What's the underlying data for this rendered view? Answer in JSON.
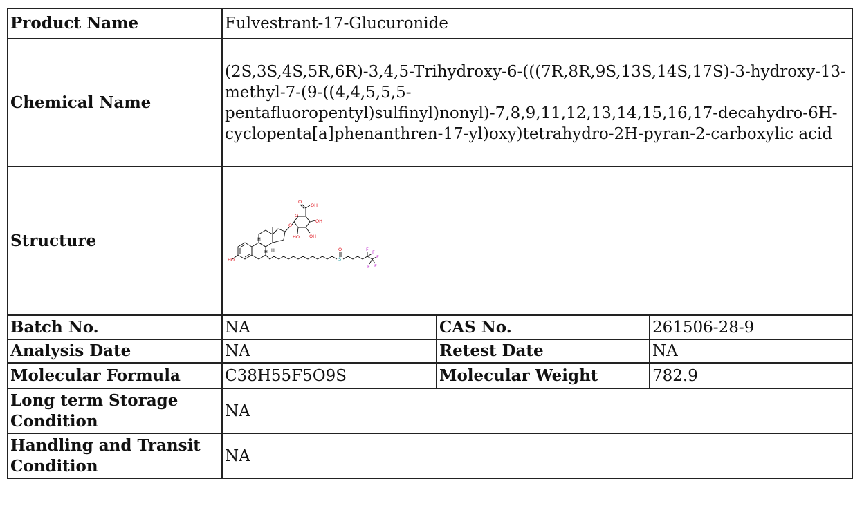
{
  "rows": {
    "product_name": {
      "label": "Product Name",
      "value": "Fulvestrant-17-Glucuronide"
    },
    "chemical_name": {
      "label": "Chemical Name",
      "value": "(2S,3S,4S,5R,6R)-3,4,5-Trihydroxy-6-(((7R,8R,9S,13S,14S,17S)-3-hydroxy-13-methyl-7-(9-((4,4,5,5,5-pentafluoropentyl)sulfinyl)nonyl)-7,8,9,11,12,13,14,15,16,17-decahydro-6H-cyclopenta[a]phenanthren-17-yl)oxy)tetrahydro-2H-pyran-2-carboxylic acid"
    },
    "structure": {
      "label": "Structure"
    },
    "batch_no": {
      "label": "Batch No.",
      "value": "NA"
    },
    "cas_no": {
      "label": "CAS No.",
      "value": "261506-28-9"
    },
    "analysis_date": {
      "label": "Analysis Date",
      "value": "NA"
    },
    "retest_date": {
      "label": "Retest Date",
      "value": "NA"
    },
    "molecular_formula": {
      "label": "Molecular Formula",
      "value": "C38H55F5O9S"
    },
    "molecular_weight": {
      "label": "Molecular Weight",
      "value": "782.9"
    },
    "storage": {
      "label": "Long term Storage Condition",
      "value": "NA"
    },
    "handling": {
      "label": "Handling and Transit Condition",
      "value": "NA"
    }
  },
  "structure_atoms": {
    "ho": "HO",
    "o_ether": "O",
    "o_ring": "O",
    "o_carbonyl": "O",
    "oh_acid": "OH",
    "oh1": "OH",
    "oh2": "OH",
    "oh3": "HO",
    "s": "S",
    "o_s": "O",
    "h1": "H",
    "h2": "H",
    "h3": "H",
    "f1": "F",
    "f2": "F",
    "f3": "F",
    "f4": "F",
    "f5": "F"
  },
  "colors": {
    "oxygen": "#e0141e",
    "sulfur": "#1e9aa0",
    "fluorine": "#c02bd0",
    "bond": "#111111",
    "border": "#222222"
  }
}
